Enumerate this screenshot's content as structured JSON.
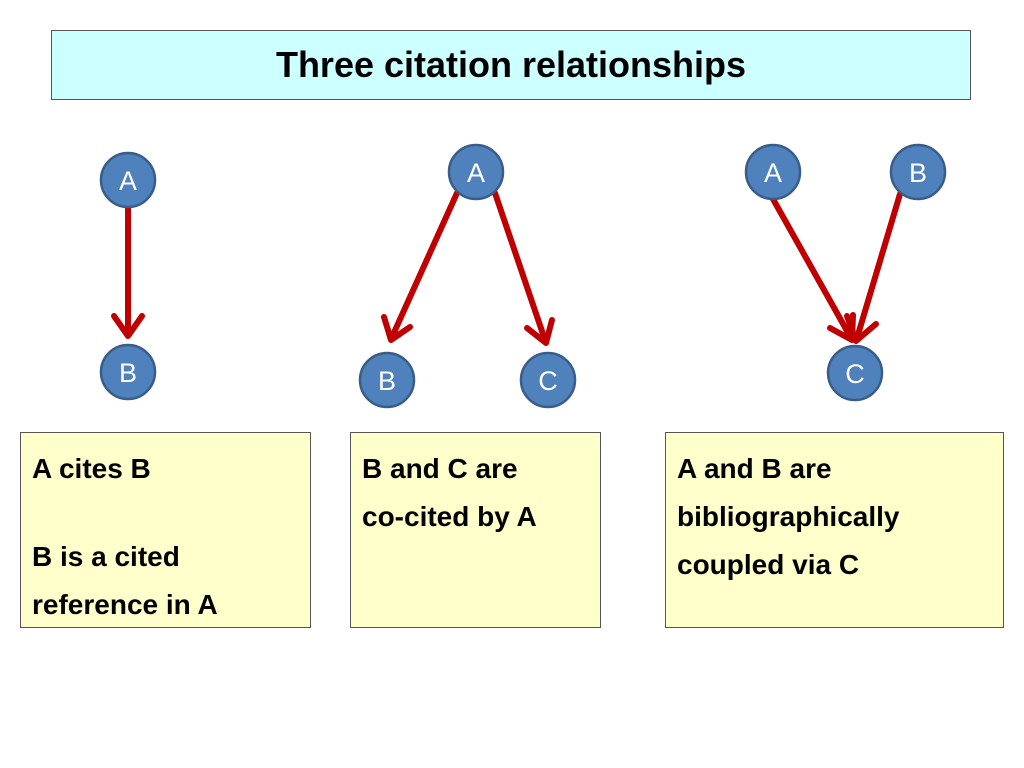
{
  "title": "Three citation relationships",
  "colors": {
    "title_fill": "#ccffff",
    "caption_fill": "#ffffcc",
    "node_fill": "#4f81bd",
    "node_stroke": "#385d8a",
    "arrow": "#c00000"
  },
  "diagrams": [
    {
      "nodes": [
        {
          "id": "A",
          "label": "A"
        },
        {
          "id": "B",
          "label": "B"
        }
      ],
      "edges": [
        {
          "from": "A",
          "to": "B"
        }
      ],
      "caption": {
        "line1": "A cites B",
        "line2": "B is a cited",
        "line3": "reference in A"
      }
    },
    {
      "nodes": [
        {
          "id": "A",
          "label": "A"
        },
        {
          "id": "B",
          "label": "B"
        },
        {
          "id": "C",
          "label": "C"
        }
      ],
      "edges": [
        {
          "from": "A",
          "to": "B"
        },
        {
          "from": "A",
          "to": "C"
        }
      ],
      "caption": {
        "line1": "B and C are",
        "line2": "co-cited by A"
      }
    },
    {
      "nodes": [
        {
          "id": "A",
          "label": "A"
        },
        {
          "id": "B",
          "label": "B"
        },
        {
          "id": "C",
          "label": "C"
        }
      ],
      "edges": [
        {
          "from": "A",
          "to": "C"
        },
        {
          "from": "B",
          "to": "C"
        }
      ],
      "caption": {
        "line1": "A and B are",
        "line2": "bibliographically",
        "line3": "coupled via C"
      }
    }
  ]
}
